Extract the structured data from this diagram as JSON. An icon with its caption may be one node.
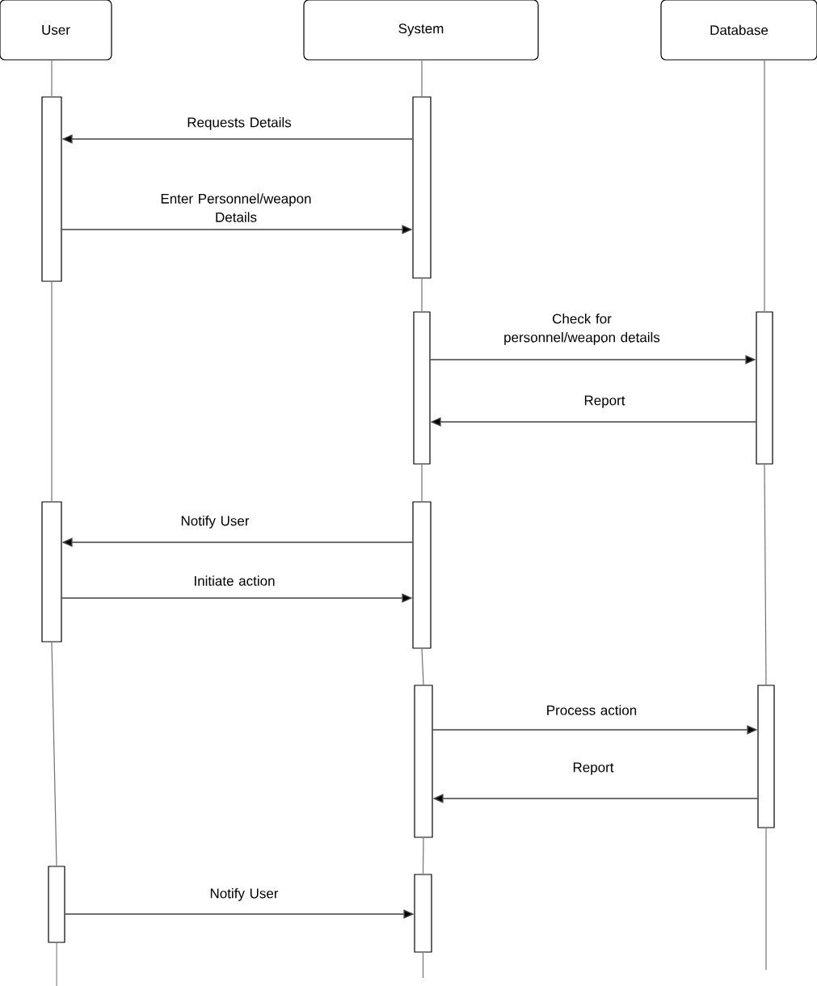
{
  "diagram": {
    "nodes": [
      {
        "text": [
          "User"
        ]
      },
      {
        "text": [
          "System"
        ]
      },
      {
        "text": [
          "Database"
        ]
      },
      {
        "text": [],
        "shape": "bar"
      },
      {
        "text": [],
        "shape": "bar"
      },
      {
        "text": [],
        "shape": "bar"
      },
      {
        "text": [],
        "shape": "bar"
      },
      {
        "text": [],
        "shape": "bar"
      },
      {
        "text": [],
        "shape": "bar"
      },
      {
        "text": [],
        "shape": "bar"
      },
      {
        "text": [],
        "shape": "bar"
      },
      {
        "text": [],
        "shape": "bar"
      },
      {
        "text": [],
        "shape": "bar"
      }
    ],
    "edges": [
      {
        "from": 0,
        "to": 3,
        "arrow": "none"
      },
      {
        "from": 3,
        "to": 4,
        "arrow": "none"
      },
      {
        "from": 4,
        "to": 5,
        "arrow": "none"
      },
      {
        "from": 5,
        "to": null,
        "arrow": "none"
      },
      {
        "from": 1,
        "to": 6,
        "arrow": "none"
      },
      {
        "from": 6,
        "to": 7,
        "arrow": "none"
      },
      {
        "from": 7,
        "to": 8,
        "arrow": "none"
      },
      {
        "from": 8,
        "to": 9,
        "arrow": "none"
      },
      {
        "from": 9,
        "to": 10,
        "arrow": "none"
      },
      {
        "from": 10,
        "to": null,
        "arrow": "none"
      },
      {
        "from": 2,
        "to": 11,
        "arrow": "none"
      },
      {
        "from": 11,
        "to": 12,
        "arrow": "none"
      },
      {
        "from": 12,
        "to": null,
        "arrow": "none"
      },
      {
        "from": 6,
        "to": 3,
        "arrow": "to",
        "label": "Requests Details"
      },
      {
        "from": 3,
        "to": 6,
        "arrow": "to",
        "label": "Enter Personnel/weapon Details"
      },
      {
        "from": 7,
        "to": 11,
        "arrow": "to",
        "label": "Check for personnel/weapon details"
      },
      {
        "from": 11,
        "to": 7,
        "arrow": "to",
        "label": "Report"
      },
      {
        "from": 8,
        "to": 4,
        "arrow": "to",
        "label": "Notify User"
      },
      {
        "from": 4,
        "to": 8,
        "arrow": "to",
        "label": "Initiate action"
      },
      {
        "from": 9,
        "to": 12,
        "arrow": "to",
        "label": "Process action"
      },
      {
        "from": 12,
        "to": 9,
        "arrow": "to",
        "label": "Report"
      },
      {
        "from": 5,
        "to": 10,
        "arrow": "to",
        "label": "Notify User"
      }
    ]
  }
}
